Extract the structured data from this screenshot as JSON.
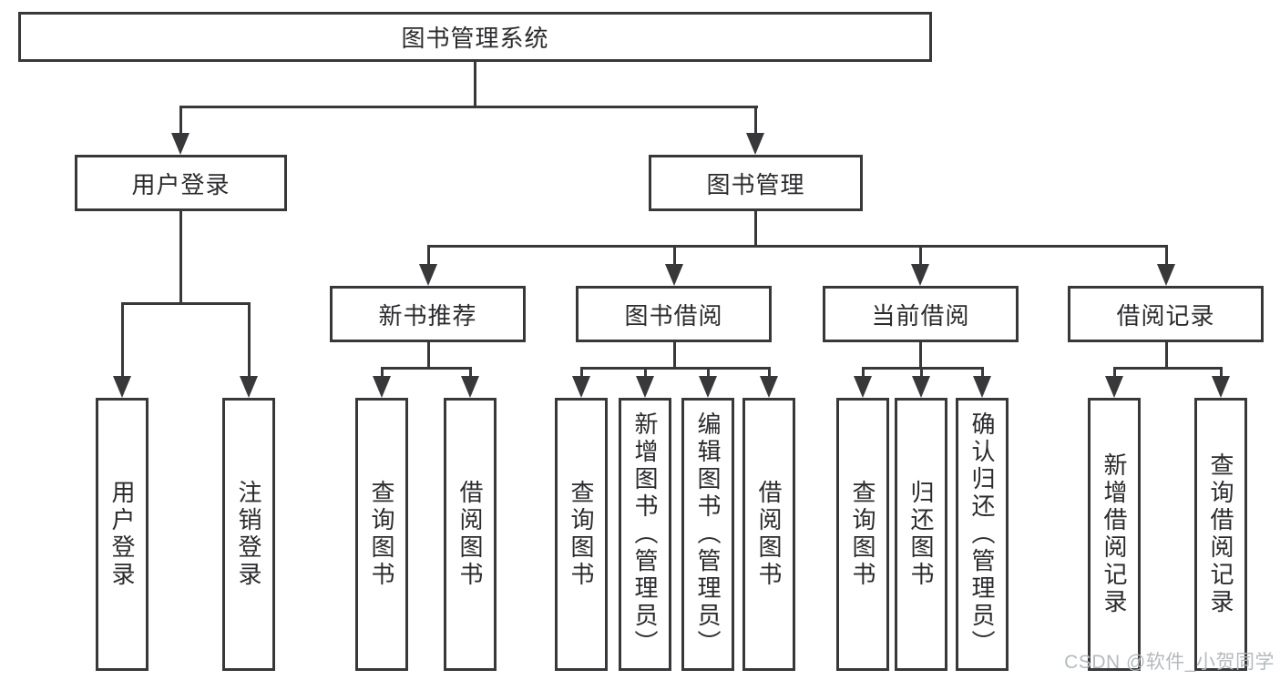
{
  "tree": {
    "label": "图书管理系统",
    "children": [
      {
        "label": "用户登录",
        "children": [
          {
            "label": "用户登录"
          },
          {
            "label": "注销登录"
          }
        ]
      },
      {
        "label": "图书管理",
        "children": [
          {
            "label": "新书推荐",
            "children": [
              {
                "label": "查询图书"
              },
              {
                "label": "借阅图书"
              }
            ]
          },
          {
            "label": "图书借阅",
            "children": [
              {
                "label": "查询图书"
              },
              {
                "label": "新增图书（管理员）"
              },
              {
                "label": "编辑图书（管理员）"
              },
              {
                "label": "借阅图书"
              }
            ]
          },
          {
            "label": "当前借阅",
            "children": [
              {
                "label": "查询图书"
              },
              {
                "label": "归还图书"
              },
              {
                "label": "确认归还（管理员）"
              }
            ]
          },
          {
            "label": "借阅记录",
            "children": [
              {
                "label": "新增借阅记录"
              },
              {
                "label": "查询借阅记录"
              }
            ]
          }
        ]
      }
    ]
  },
  "watermark": {
    "text": "CSDN @软件_小贺同学"
  },
  "colors": {
    "line": "#38383a",
    "text": "#2b2b2e",
    "background": "#ffffff",
    "watermark": "#b1b6bb"
  }
}
